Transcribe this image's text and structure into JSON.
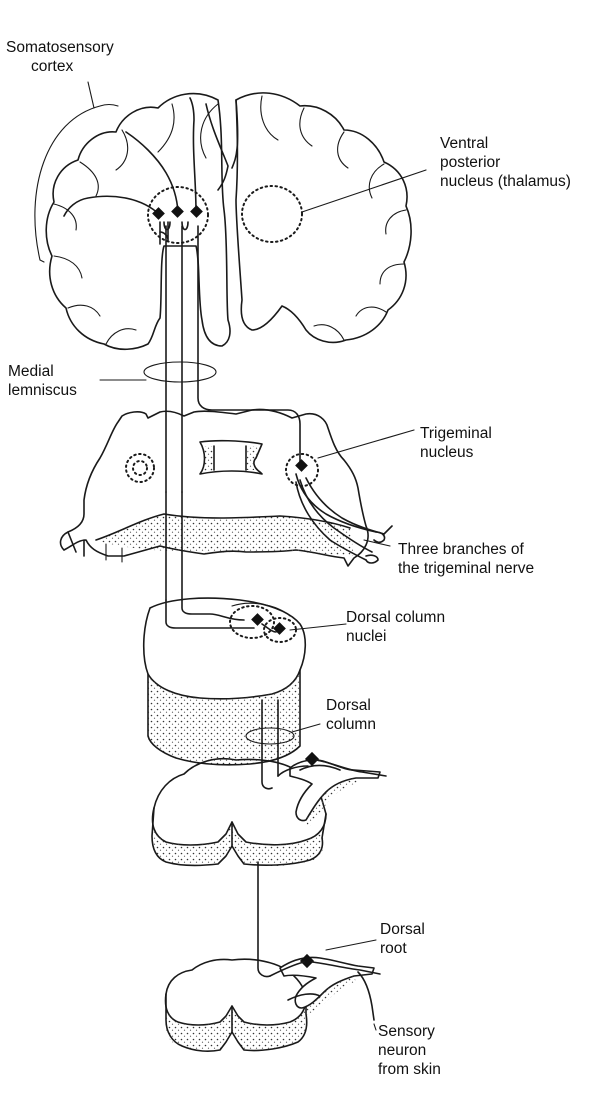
{
  "labels": {
    "somatosensory_cortex": [
      "Somatosensory",
      "cortex"
    ],
    "ventral_posterior_nucleus": [
      "Ventral",
      "posterior",
      "nucleus (thalamus)"
    ],
    "medial_lemniscus": [
      "Medial",
      "lemniscus"
    ],
    "trigeminal_nucleus": [
      "Trigeminal",
      "nucleus"
    ],
    "trigeminal_nerve_branches": [
      "Three branches of",
      "the trigeminal nerve"
    ],
    "dorsal_column_nuclei": [
      "Dorsal column",
      "nuclei"
    ],
    "dorsal_column": [
      "Dorsal",
      "column"
    ],
    "dorsal_root": [
      "Dorsal",
      "root"
    ],
    "sensory_neuron": [
      "Sensory",
      "neuron",
      "from skin"
    ]
  },
  "colors": {
    "ink": "#1a1a1a",
    "background": "#ffffff"
  }
}
